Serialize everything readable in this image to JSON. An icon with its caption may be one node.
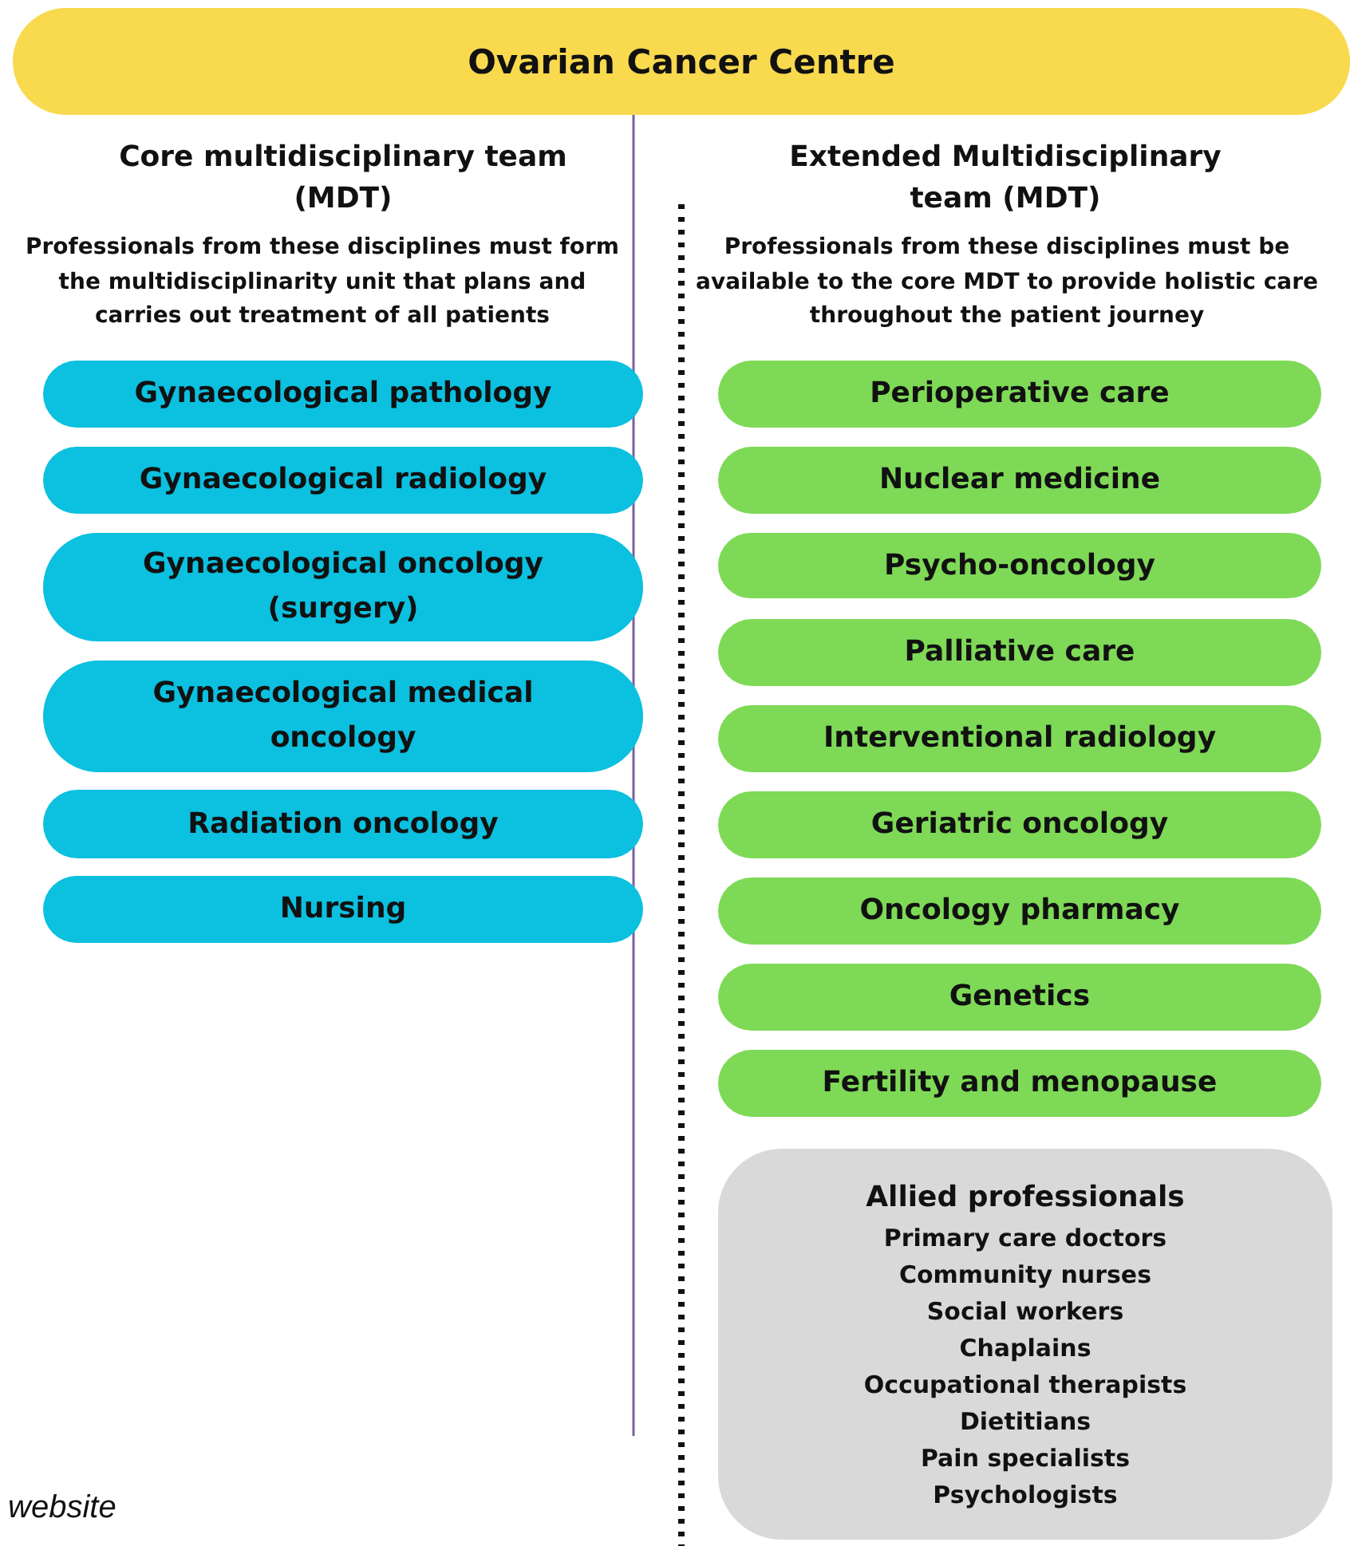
{
  "diagram": {
    "nodes": [
      {
        "text": [
          "Ovarian Cancer Centre"
        ]
      },
      {
        "text": [
          "Gynaecological pathology"
        ]
      },
      {
        "text": [
          "Gynaecological radiology"
        ]
      },
      {
        "text": [
          "Gynaecological oncology (surgery)"
        ]
      },
      {
        "text": [
          "Gynaecological medical oncology"
        ]
      },
      {
        "text": [
          "Radiation oncology"
        ]
      },
      {
        "text": [
          "Nursing"
        ]
      },
      {
        "text": [
          "Perioperative care"
        ]
      },
      {
        "text": [
          "Nuclear medicine"
        ]
      },
      {
        "text": [
          "Psycho-oncology"
        ]
      },
      {
        "text": [
          "Palliative care"
        ]
      },
      {
        "text": [
          "Interventional radiology"
        ]
      },
      {
        "text": [
          "Geriatric oncology"
        ]
      },
      {
        "text": [
          "Oncology pharmacy"
        ]
      },
      {
        "text": [
          "Genetics"
        ]
      },
      {
        "text": [
          "Fertility and menopause"
        ]
      },
      {
        "text": [
          "Allied professionals",
          "Primary care doctors",
          "Community nurses",
          "Social workers",
          "Chaplains",
          "Occupational therapists",
          "Dietitians",
          "Pain specialists",
          "Psychologists"
        ]
      }
    ],
    "edges": [],
    "labels": [
      "Core multidisciplinary team (MDT)",
      "Extended Multidisciplinary team (MDT)",
      "Professionals from these disciplines must form the multidisciplinarity unit that plans and carries out treatment of all patients",
      "Professionals from these disciplines must be available to the core MDT to provide holistic care throughout the patient journey",
      "website"
    ]
  }
}
